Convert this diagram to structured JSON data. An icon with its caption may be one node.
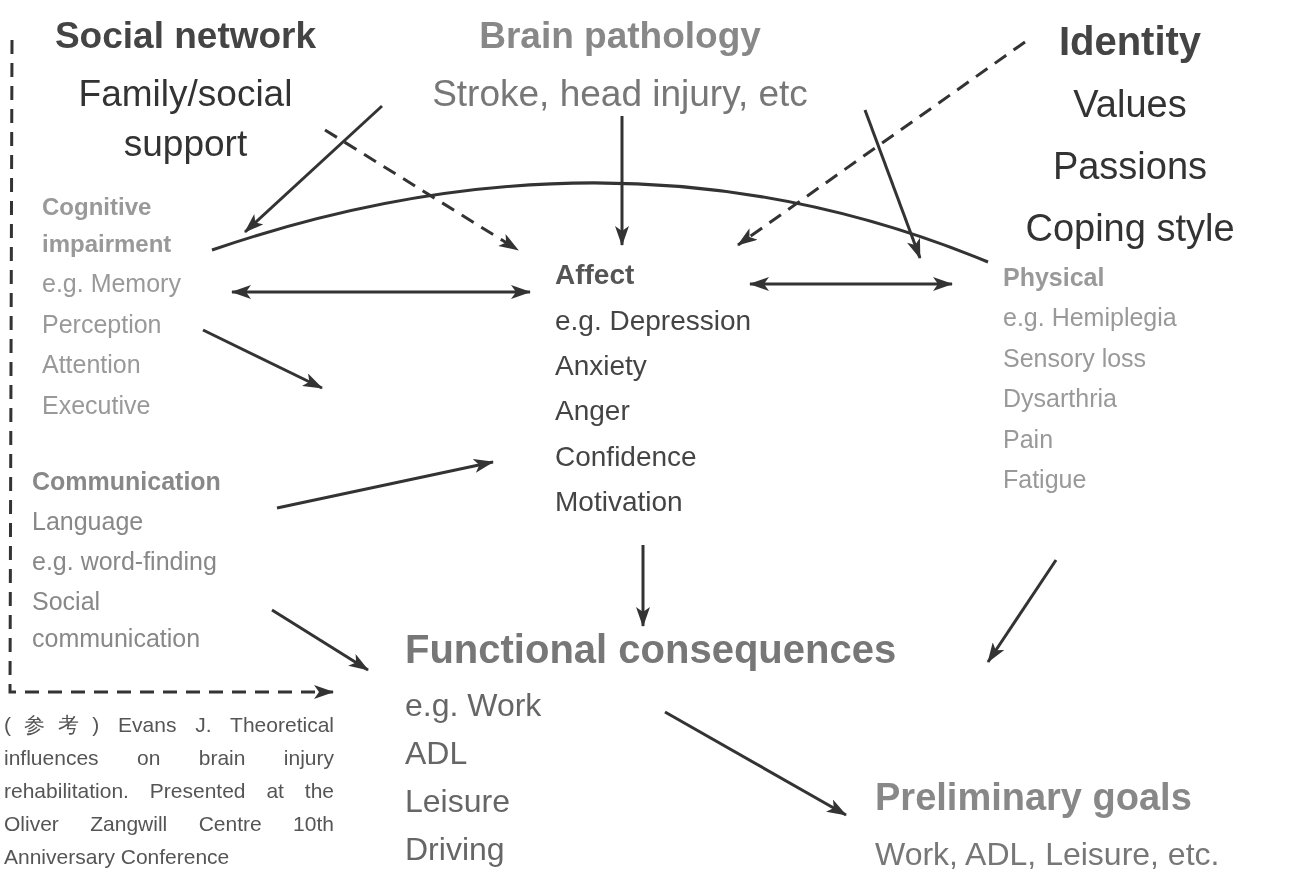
{
  "diagram": {
    "nodes": [
      {
        "text": [
          "Social network",
          "Family/social support"
        ]
      },
      {
        "text": [
          "Brain pathology",
          "Stroke, head injury, etc"
        ]
      },
      {
        "text": [
          "Identity",
          "Values",
          "Passions",
          "Coping style"
        ]
      },
      {
        "text": [
          "Cognitive impairment",
          "e.g. Memory",
          "Perception",
          "Attention",
          "Executive"
        ]
      },
      {
        "text": [
          "Affect",
          "e.g. Depression",
          "Anxiety",
          "Anger",
          "Confidence",
          "Motivation"
        ]
      },
      {
        "text": [
          "Physical",
          "e.g. Hemiplegia",
          "Sensory loss",
          "Dysarthria",
          "Pain",
          "Fatigue"
        ]
      },
      {
        "text": [
          "Communication",
          "Language",
          "e.g. word-finding",
          "Social communication"
        ]
      },
      {
        "text": [
          "Functional consequences",
          "e.g. Work",
          "ADL",
          "Leisure",
          "Driving"
        ]
      },
      {
        "text": [
          "Preliminary goals",
          "Work, ADL, Leisure, etc."
        ]
      }
    ],
    "edges": [
      {
        "from": 1,
        "to": 3,
        "arrow": "to"
      },
      {
        "from": 0,
        "to": 4,
        "arrow": "to",
        "style": "dashed"
      },
      {
        "from": 1,
        "to": 4,
        "arrow": "to"
      },
      {
        "from": 1,
        "to": 5,
        "arrow": "to"
      },
      {
        "from": 2,
        "to": 4,
        "arrow": "to",
        "style": "dashed"
      },
      {
        "from": 3,
        "to": 5,
        "arrow": "none"
      },
      {
        "from": 3,
        "to": 4,
        "arrow": "both"
      },
      {
        "from": 4,
        "to": 5,
        "arrow": "both"
      },
      {
        "from": 3,
        "to": null,
        "arrow": "to"
      },
      {
        "from": 6,
        "to": 4,
        "arrow": "to"
      },
      {
        "from": 6,
        "to": 7,
        "arrow": "to"
      },
      {
        "from": 4,
        "to": 7,
        "arrow": "to"
      },
      {
        "from": 5,
        "to": 7,
        "arrow": "to"
      },
      {
        "from": 7,
        "to": 8,
        "arrow": "to"
      },
      {
        "from": 0,
        "to": 7,
        "arrow": "to",
        "style": "dashed"
      }
    ],
    "labels": [
      "(参考) Evans J. Theoretical influences on brain injury rehabilitation. Presented at the Oliver Zangwill Centre 10th Anniversary Conference"
    ]
  }
}
